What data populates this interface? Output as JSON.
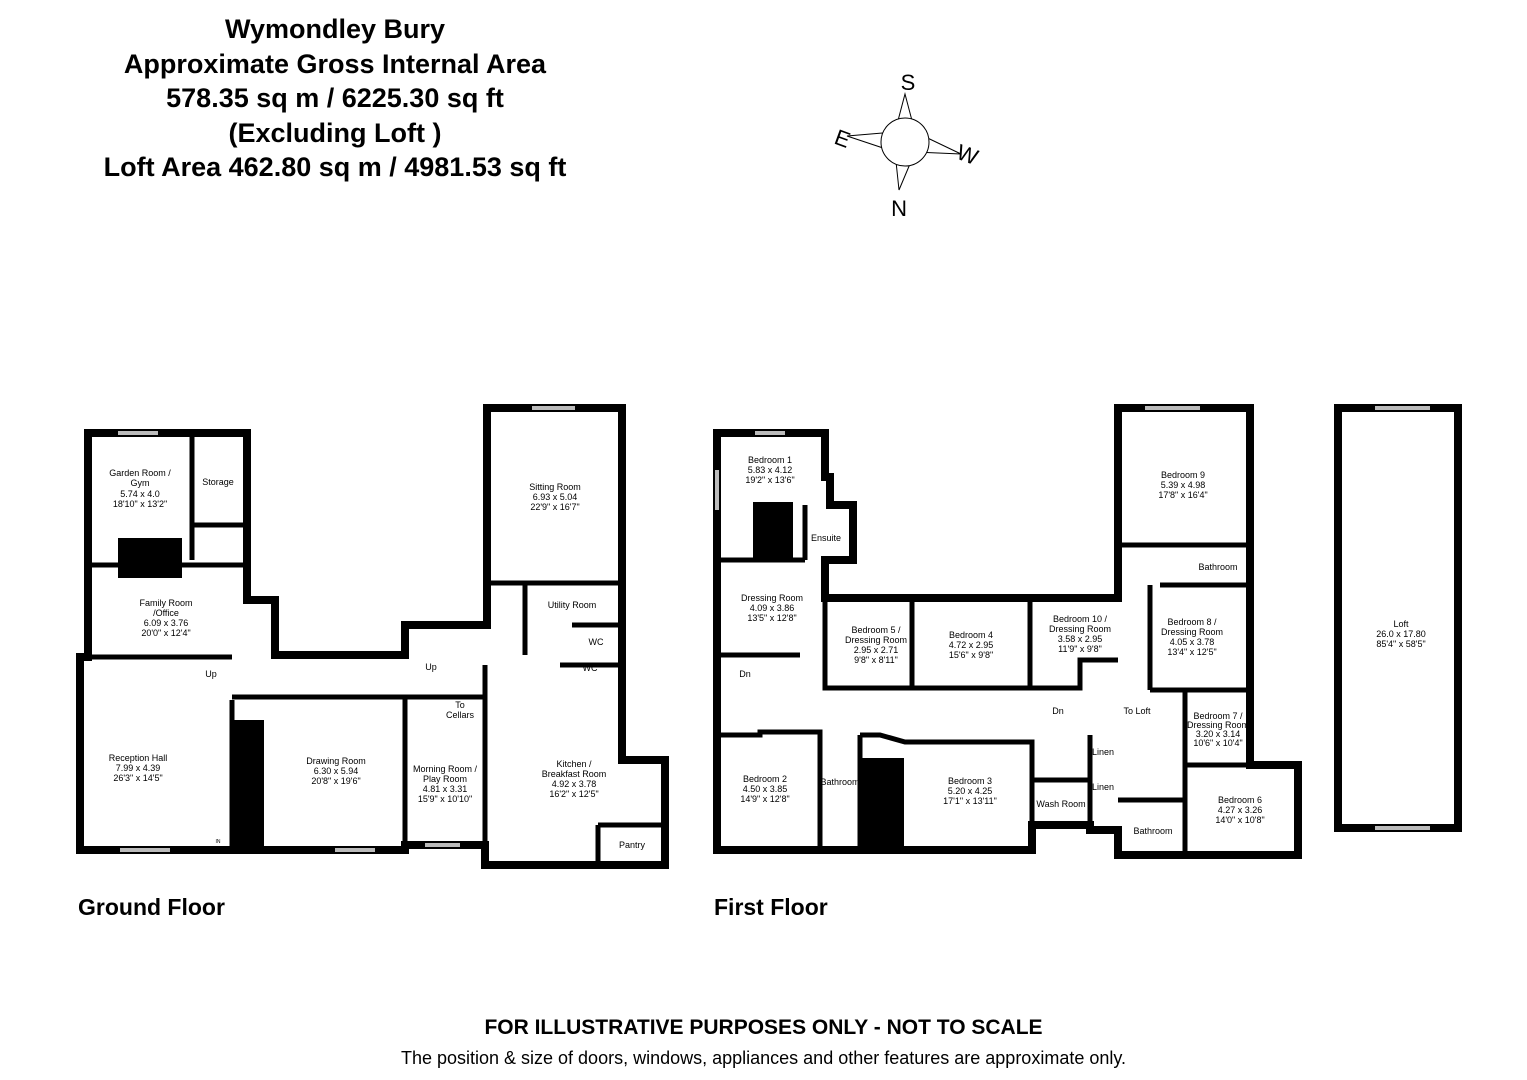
{
  "header": {
    "lines": [
      "Wymondley Bury",
      "Approximate Gross Internal Area",
      "578.35 sq m / 6225.30 sq ft",
      "(Excluding Loft )",
      "Loft Area 462.80 sq m / 4981.53 sq ft"
    ]
  },
  "compass": {
    "s": "S",
    "w": "W",
    "n": "N",
    "e": "E"
  },
  "ground_floor": {
    "label": "Ground Floor",
    "rooms": [
      {
        "name": "Garden Room /",
        "name2": "Gym",
        "m": "5.74 x 4.0",
        "ft": "18'10\" x 13'2\""
      },
      {
        "name": "Storage"
      },
      {
        "name": "Family Room",
        "name2": "/Office",
        "m": "6.09 x 3.76",
        "ft": "20'0\" x 12'4\""
      },
      {
        "name": "Reception Hall",
        "m": "7.99 x 4.39",
        "ft": "26'3\" x 14'5\""
      },
      {
        "name": "Drawing Room",
        "m": "6.30 x 5.94",
        "ft": "20'8\" x 19'6\""
      },
      {
        "name": "Morning Room /",
        "name2": "Play Room",
        "m": "4.81 x 3.31",
        "ft": "15'9\" x 10'10\""
      },
      {
        "name": "Sitting Room",
        "m": "6.93 x 5.04",
        "ft": "22'9\" x 16'7\""
      },
      {
        "name": "Utility Room"
      },
      {
        "name": "WC"
      },
      {
        "name": "WC"
      },
      {
        "name": "Kitchen /",
        "name2": "Breakfast Room",
        "m": "4.92 x 3.78",
        "ft": "16'2\" x 12'5\""
      },
      {
        "name": "Pantry"
      },
      {
        "name": "To",
        "name2": "Cellars"
      }
    ],
    "stairs": [
      "Up",
      "Up"
    ],
    "entrance": "IN"
  },
  "first_floor": {
    "label": "First Floor",
    "rooms": [
      {
        "name": "Bedroom 1",
        "m": "5.83 x 4.12",
        "ft": "19'2\" x 13'6\""
      },
      {
        "name": "Ensuite"
      },
      {
        "name": "Dressing Room",
        "m": "4.09 x 3.86",
        "ft": "13'5\" x 12'8\""
      },
      {
        "name": "Bedroom 5 /",
        "name2": "Dressing Room",
        "m": "2.95 x 2.71",
        "ft": "9'8\" x 8'11\""
      },
      {
        "name": "Bedroom 4",
        "m": "4.72 x 2.95",
        "ft": "15'6\" x 9'8\""
      },
      {
        "name": "Bedroom 10 /",
        "name2": "Dressing Room",
        "m": "3.58 x 2.95",
        "ft": "11'9\" x 9'8\""
      },
      {
        "name": "Bedroom 2",
        "m": "4.50 x 3.85",
        "ft": "14'9\" x 12'8\""
      },
      {
        "name": "Bathroom"
      },
      {
        "name": "Bedroom 3",
        "m": "5.20 x 4.25",
        "ft": "17'1\" x 13'11\""
      },
      {
        "name": "Wash Room"
      },
      {
        "name": "Linen"
      },
      {
        "name": "Linen"
      },
      {
        "name": "Bedroom 9",
        "m": "5.39 x 4.98",
        "ft": "17'8\" x 16'4\""
      },
      {
        "name": "Bathroom"
      },
      {
        "name": "Bedroom 8 /",
        "name2": "Dressing Room",
        "m": "4.05 x 3.78",
        "ft": "13'4\" x 12'5\""
      },
      {
        "name": "Bedroom 7 /",
        "name2": "Dressing Room",
        "m": "3.20 x 3.14",
        "ft": "10'6\" x 10'4\""
      },
      {
        "name": "Bedroom 6",
        "m": "4.27 x 3.26",
        "ft": "14'0\" x 10'8\""
      },
      {
        "name": "Bathroom"
      }
    ],
    "stairs": [
      "Dn",
      "Dn",
      "To Loft"
    ]
  },
  "loft": {
    "name": "Loft",
    "m": "26.0 x 17.80",
    "ft": "85'4\" x 58'5\""
  },
  "footer": {
    "disclaimer": "FOR ILLUSTRATIVE PURPOSES ONLY - NOT TO SCALE",
    "note": "The position & size of doors, windows, appliances and other features are approximate only."
  }
}
